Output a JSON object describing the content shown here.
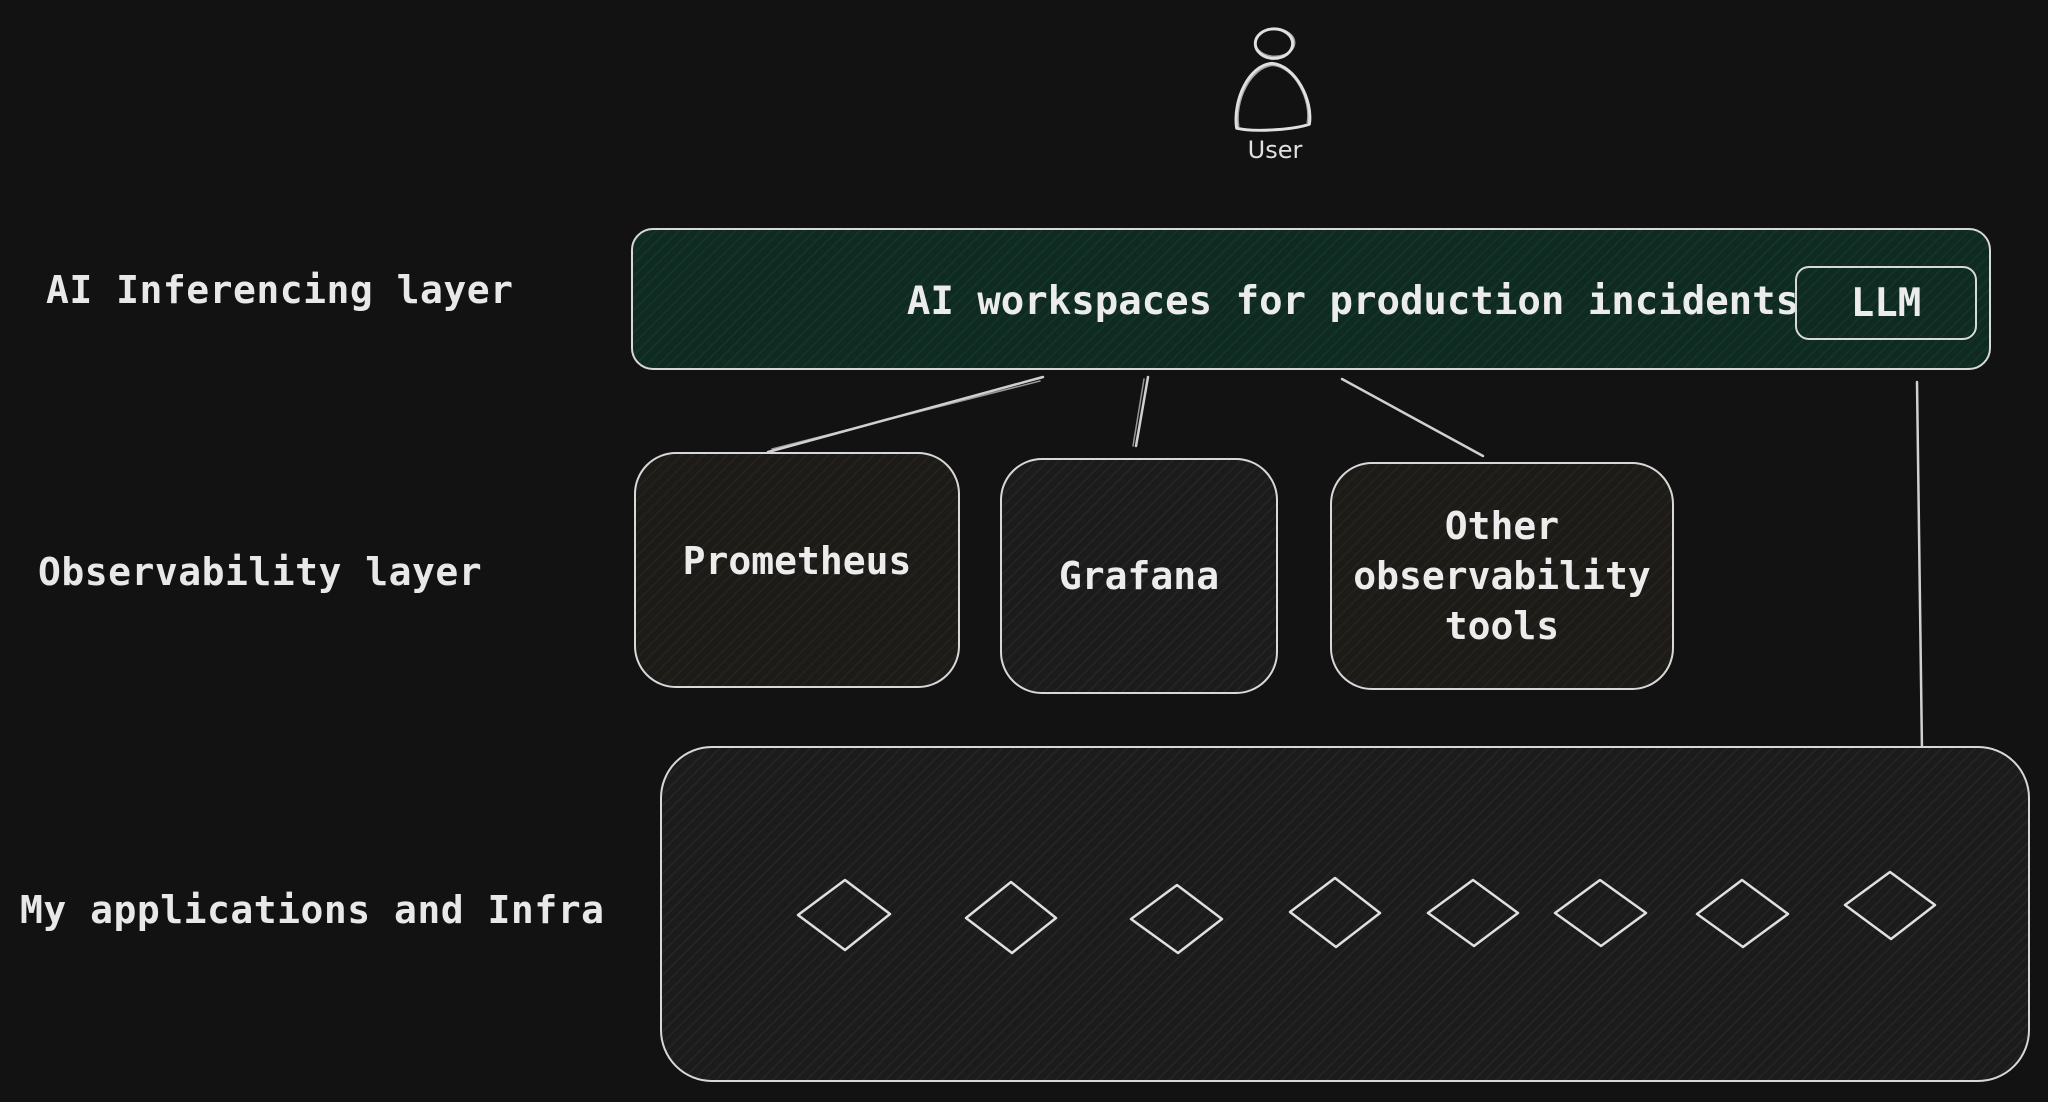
{
  "diagram": {
    "user": {
      "label": "User",
      "icon": "user-icon"
    },
    "layers": {
      "ai": "AI Inferencing layer",
      "observability": "Observability layer",
      "infra": "My applications and Infra"
    },
    "ai_box": {
      "label": "AI workspaces for production incidents",
      "llm_label": "LLM"
    },
    "observability_tools": {
      "prometheus": "Prometheus",
      "grafana": "Grafana",
      "other_line1": "Other",
      "other_line2": "observability",
      "other_line3": "tools"
    },
    "infra": {
      "node_icon": "diamond-icon",
      "node_count": 8
    },
    "colors": {
      "background": "#121212",
      "stroke": "#d8d8d8",
      "ai_fill": "#0e2a21",
      "box_fill": "#1b1b1b"
    }
  }
}
